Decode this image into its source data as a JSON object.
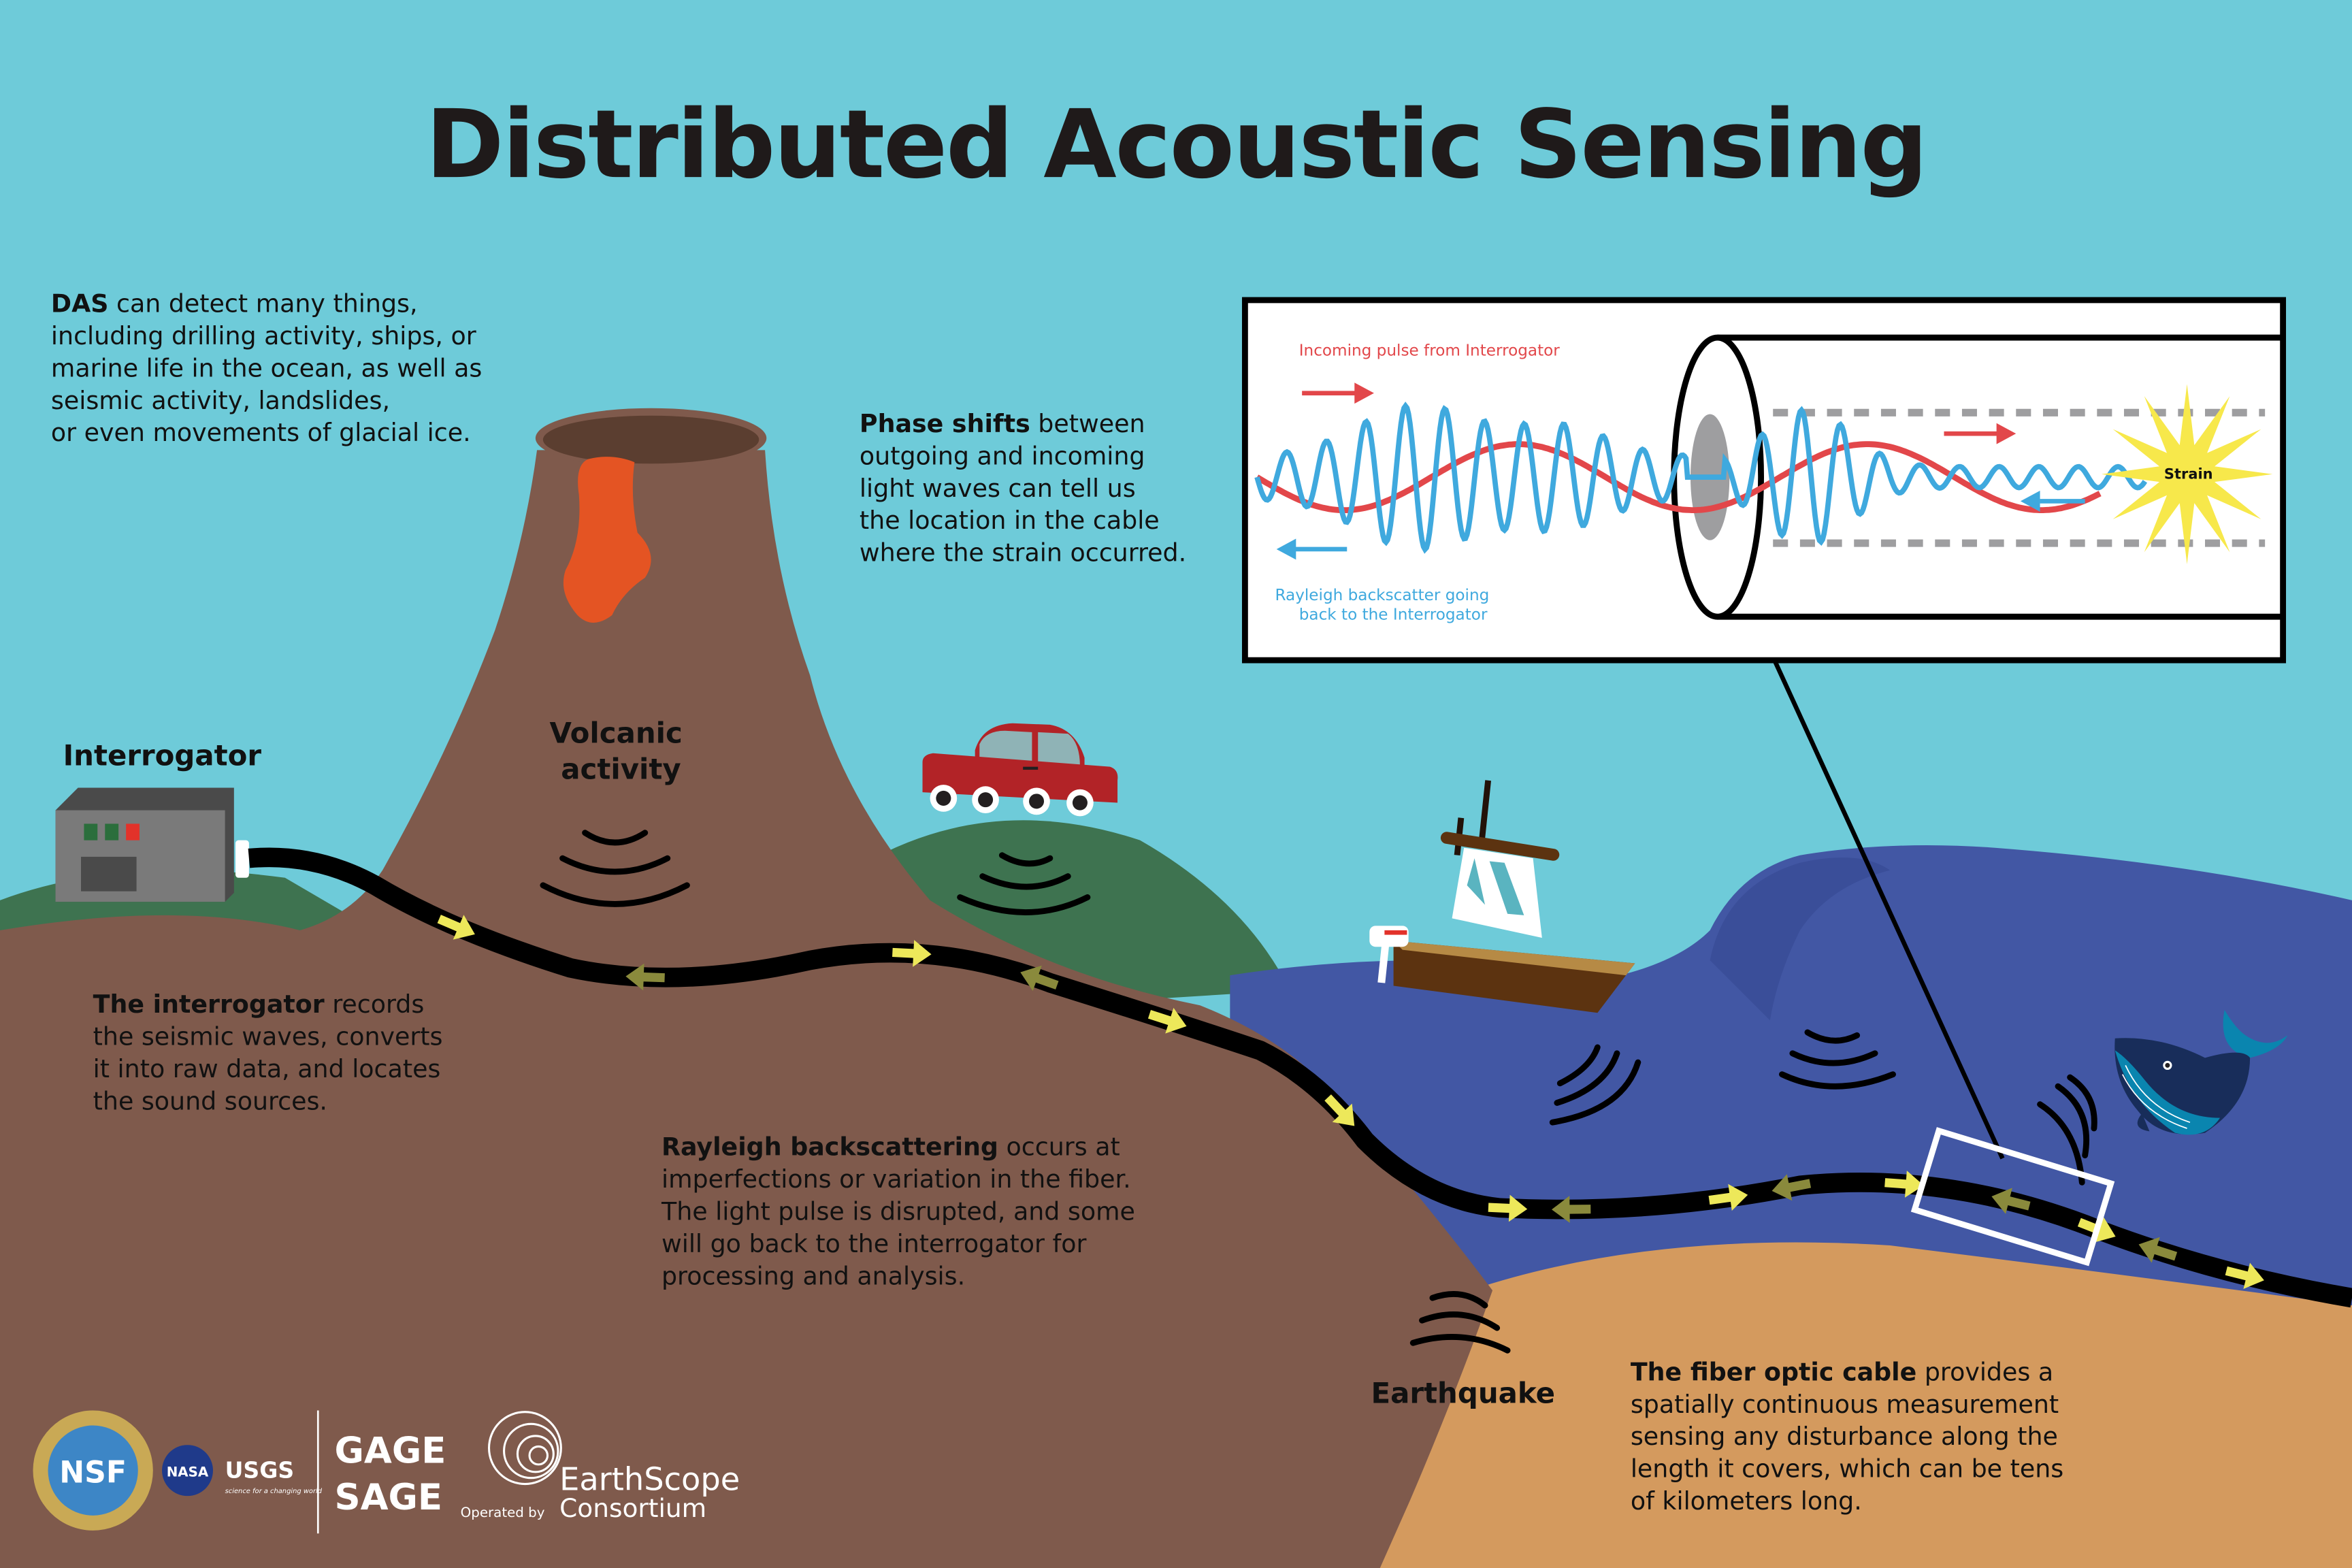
{
  "title": "Distributed Acoustic Sensing",
  "colors": {
    "sky": "#6ecbd9",
    "land_brown": "#7f5a4c",
    "hill_green": "#3e7350",
    "ocean": "#4257a4",
    "seafloor": "#d49a5e",
    "cable": "#000000",
    "arrow_forward": "#ede85a",
    "arrow_back": "#8a8a3c",
    "lava": "#e45423",
    "incoming_pulse": "#e2474a",
    "backscatter": "#3fa9de",
    "strain_star": "#f7e84b"
  },
  "das_intro": {
    "bold": "DAS",
    "lines": [
      " can detect many things,",
      "including drilling activity, ships, or",
      "marine life in the ocean, as well as",
      "seismic activity, landslides,",
      "or even movements of glacial ice."
    ]
  },
  "phase_shifts": {
    "bold": "Phase shifts",
    "lines": [
      " between",
      "outgoing and incoming",
      "light waves can tell us",
      "the location in the cable",
      "where the strain occurred."
    ]
  },
  "interrogator_label": "Interrogator",
  "interrogator_desc": {
    "bold": "The interrogator",
    "lines": [
      " records",
      "the seismic waves, converts",
      "it into raw data, and locates",
      "the sound sources."
    ]
  },
  "volcanic_label": [
    "Volcanic",
    "activity"
  ],
  "rayleigh_desc": {
    "bold": "Rayleigh backscattering",
    "lines": [
      " occurs at",
      "imperfections or variation in the fiber.",
      "The light pulse is disrupted, and some",
      "will go back to the interrogator for",
      "processing and analysis."
    ]
  },
  "earthquake_label": "Earthquake",
  "fiber_desc": {
    "bold": "The fiber optic cable",
    "lines": [
      " provides a",
      "spatially continuous measurement",
      "sensing any disturbance along the",
      "length it covers, which can be tens",
      "of kilometers long."
    ]
  },
  "inset": {
    "incoming_label": "Incoming pulse from Interrogator",
    "backscatter_label": [
      "Rayleigh backscatter going",
      "back to the Interrogator"
    ],
    "strain_label": "Strain"
  },
  "logos": {
    "nsf": "NSF",
    "nasa": "NASA",
    "usgs": "USGS",
    "usgs_tagline": "science for a changing world",
    "gage": "GAGE",
    "sage": "SAGE",
    "operated_by": "Operated by",
    "earthscope": "EarthScope",
    "consortium": "Consortium"
  }
}
